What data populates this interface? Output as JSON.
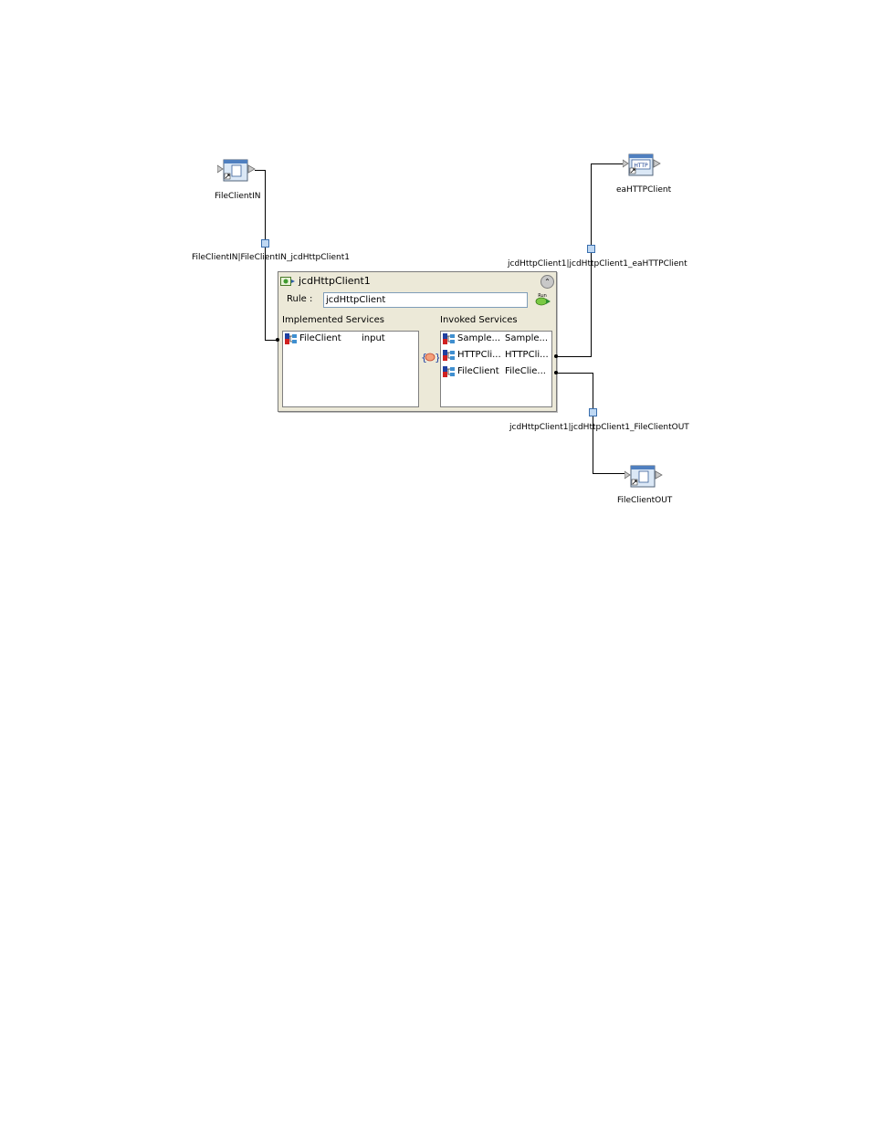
{
  "components": {
    "file_client_in": {
      "label": "FileClientIN"
    },
    "ea_http_client": {
      "label": "eaHTTPClient",
      "icon_text": "HTTP"
    },
    "file_client_out": {
      "label": "FileClientOUT"
    }
  },
  "connections": {
    "in_link": {
      "label": "FileClientIN|FileClientIN_jcdHttpClient1"
    },
    "http_link": {
      "label": "jcdHttpClient1|jcdHttpClient1_eaHTTPClient"
    },
    "out_link": {
      "label": "jcdHttpClient1|jcdHttpClient1_FileClientOUT"
    }
  },
  "collaboration": {
    "title": "jcdHttpClient1",
    "rule_label": "Rule :",
    "rule_value": "jcdHttpClient",
    "run_label": "Run",
    "implemented_header": "Implemented Services",
    "invoked_header": "Invoked Services",
    "implemented": [
      {
        "name": "FileClient",
        "op": "input"
      }
    ],
    "invoked": [
      {
        "name": "Sample...",
        "op": "Sample..."
      },
      {
        "name": "HTTPCli...",
        "op": "HTTPCli..."
      },
      {
        "name": "FileClient",
        "op": "FileClie..."
      }
    ]
  },
  "colors": {
    "panel_bg": "#ece9d8",
    "connector_fill": "#bfd8f3",
    "connector_border": "#3a6fae"
  },
  "icons": [
    "file-component-icon",
    "http-component-icon",
    "collab-icon",
    "collapse-icon",
    "run-icon",
    "service-icon",
    "invoke-link-icon"
  ]
}
